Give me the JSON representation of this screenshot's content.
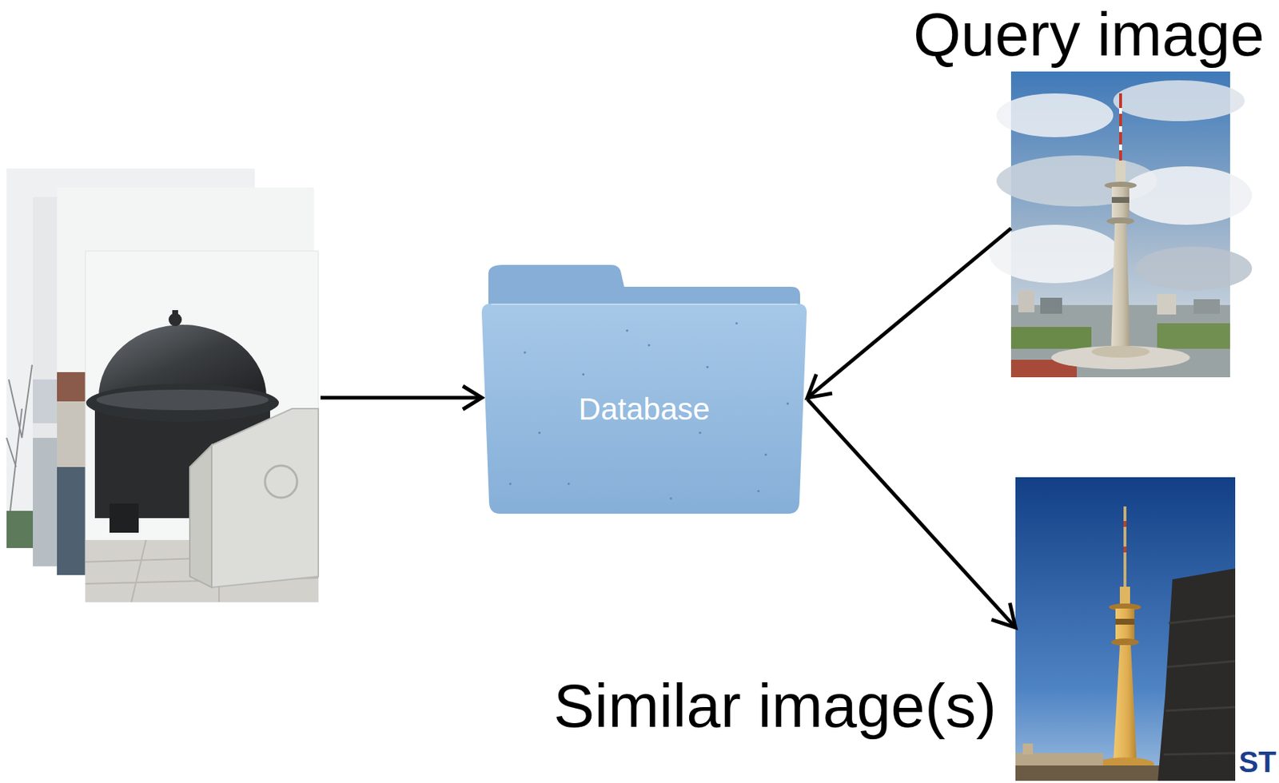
{
  "diagram": {
    "nodes": [
      {
        "text": [
          "Database"
        ]
      },
      {
        "text": [
          "Query image"
        ]
      },
      {
        "text": [
          "Similar image(s)"
        ]
      }
    ],
    "edges": [
      {
        "from": 1,
        "to": 0,
        "arrow": "to"
      },
      {
        "from": 0,
        "to": 2,
        "arrow": "to"
      }
    ],
    "labels": [
      "ST"
    ]
  }
}
